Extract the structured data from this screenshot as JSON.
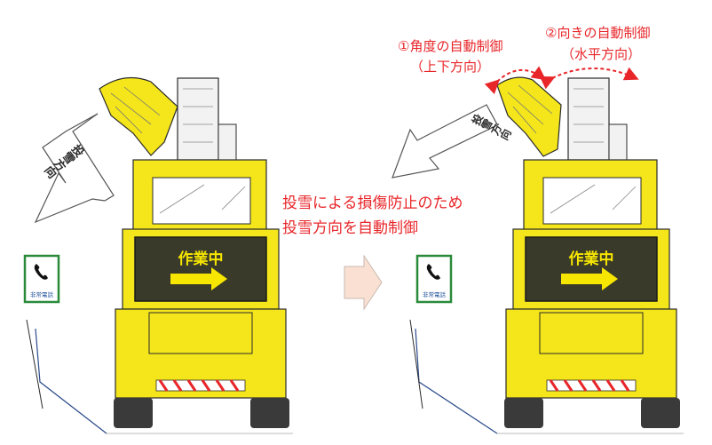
{
  "colors": {
    "truck_yellow": "#f4e61a",
    "outline": "#2b2b2b",
    "sign_bg": "#3a3a2a",
    "sign_text": "#f7e600",
    "annotation_red": "#e8262a",
    "arrow_fill": "#ffffff",
    "arrow_stroke": "#555555",
    "transition_arrow": "#f9e0d2",
    "phone_box_border": "#2a8a3a"
  },
  "left": {
    "direction_label": "投雪方向",
    "sign_text": "作業中",
    "phone_icon": "phone-icon",
    "phone_label": "非常電話"
  },
  "right": {
    "direction_label": "投雪方向",
    "sign_text": "作業中",
    "phone_icon": "phone-icon",
    "phone_label": "非常電話",
    "control1_line1": "①角度の自動制御",
    "control1_line2": "（上下方向）",
    "control2_line1": "②向きの自動制御",
    "control2_line2": "（水平方向）"
  },
  "center": {
    "caption_line1": "投雪による損傷防止のため",
    "caption_line2": "投雪方向を自動制御"
  }
}
